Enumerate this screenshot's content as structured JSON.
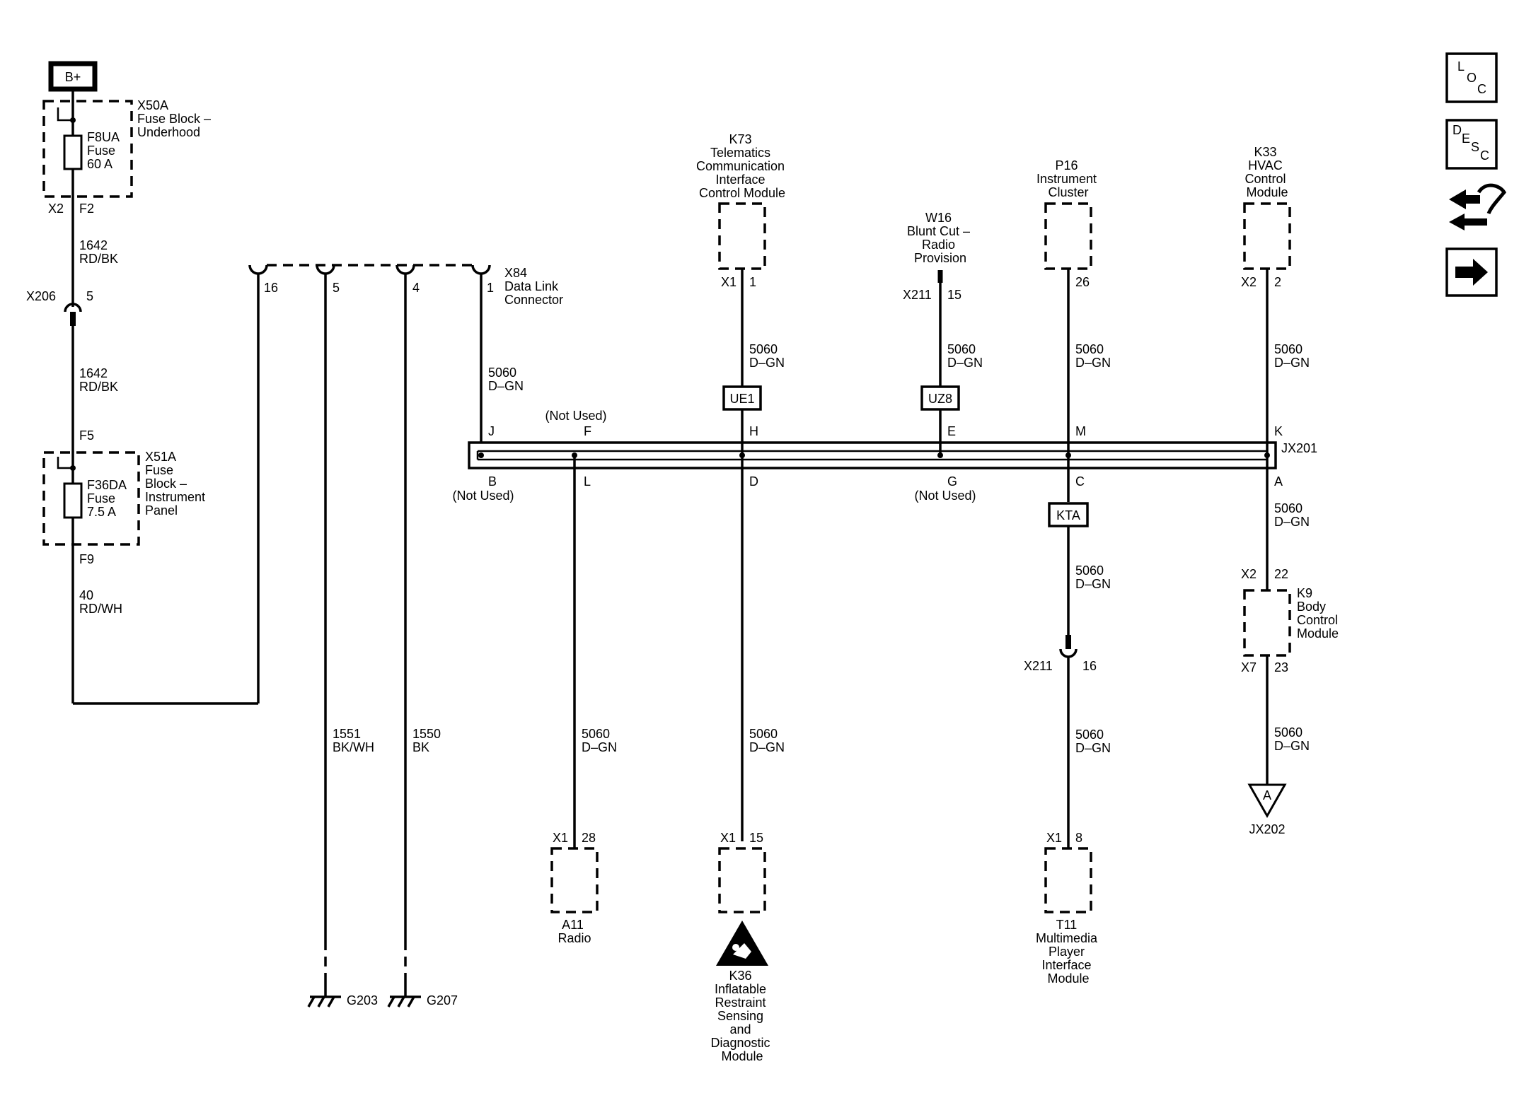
{
  "battery": {
    "label": "B+"
  },
  "fuse_x50a": {
    "lines": [
      "X50A",
      "Fuse Block –",
      "Underhood"
    ],
    "fuse_lines": [
      "F8UA",
      "Fuse",
      "60 A"
    ],
    "conn": "X2",
    "pin_out": "F2"
  },
  "wire_1642_a": {
    "lines": [
      "1642",
      "RD/BK"
    ]
  },
  "x206": {
    "conn": "X206",
    "pin": "5"
  },
  "wire_1642_b": {
    "lines": [
      "1642",
      "RD/BK"
    ]
  },
  "fuse_x51a": {
    "pin_in": "F5",
    "lines": [
      "X51A",
      "Fuse",
      "Block –",
      "Instrument",
      "Panel"
    ],
    "fuse_lines": [
      "F36DA",
      "Fuse",
      "7.5 A"
    ],
    "pin_out": "F9"
  },
  "wire_40": {
    "lines": [
      "40",
      "RD/WH"
    ]
  },
  "dlc": {
    "lines": [
      "X84",
      "Data Link",
      "Connector"
    ],
    "pins": [
      "16",
      "5",
      "4",
      "1"
    ]
  },
  "wire_1551": {
    "lines": [
      "1551",
      "BK/WH"
    ]
  },
  "wire_1550": {
    "lines": [
      "1550",
      "BK"
    ]
  },
  "grounds": [
    "G203",
    "G207"
  ],
  "wire_dlc_can": {
    "lines": [
      "5060",
      "D–GN"
    ]
  },
  "k73": {
    "lines": [
      "K73",
      "Telematics",
      "Communication",
      "Interface",
      "Control Module"
    ],
    "conn": "X1",
    "pin": "1",
    "wire": [
      "5060",
      "D–GN"
    ],
    "option": "UE1"
  },
  "w16": {
    "lines": [
      "W16",
      "Blunt Cut –",
      "Radio",
      "Provision"
    ],
    "conn": "X211",
    "pin": "15",
    "wire": [
      "5060",
      "D–GN"
    ],
    "option": "UZ8"
  },
  "p16": {
    "lines": [
      "P16",
      "Instrument",
      "Cluster"
    ],
    "pin": "26",
    "wire": [
      "5060",
      "D–GN"
    ]
  },
  "k33": {
    "lines": [
      "K33",
      "HVAC",
      "Control",
      "Module"
    ],
    "conn": "X2",
    "pin": "2",
    "wire": [
      "5060",
      "D–GN"
    ]
  },
  "splice": {
    "name": "JX201",
    "top_pins": [
      "J",
      "F",
      "H",
      "E",
      "M",
      "K"
    ],
    "bottom_pins": [
      "B",
      "L",
      "D",
      "G",
      "C",
      "A"
    ],
    "not_used": "(Not Used)"
  },
  "a11": {
    "wire": [
      "5060",
      "D–GN"
    ],
    "conn": "X1",
    "pin": "28",
    "lines": [
      "A11",
      "Radio"
    ]
  },
  "k36": {
    "wire": [
      "5060",
      "D–GN"
    ],
    "conn": "X1",
    "pin": "15",
    "lines": [
      "K36",
      "Inflatable",
      "Restraint",
      "Sensing",
      "and",
      "Diagnostic",
      "Module"
    ]
  },
  "t11": {
    "wire_upper": [
      "5060",
      "D–GN"
    ],
    "option": "KTA",
    "x211_conn": "X211",
    "x211_pin": "16",
    "wire_lower": [
      "5060",
      "D–GN"
    ],
    "conn": "X1",
    "pin": "8",
    "lines": [
      "T11",
      "Multimedia",
      "Player",
      "Interface",
      "Module"
    ]
  },
  "k9": {
    "wire_upper": [
      "5060",
      "D–GN"
    ],
    "conn_top": "X2",
    "pin_top": "22",
    "lines": [
      "K9",
      "Body",
      "Control",
      "Module"
    ],
    "conn_bottom": "X7",
    "pin_bottom": "23",
    "wire_lower": [
      "5060",
      "D–GN"
    ],
    "offpage": "A",
    "offpage_label": "JX202"
  },
  "side_buttons": {
    "loc": [
      "L",
      "O",
      "C"
    ],
    "desc": [
      "D",
      "E",
      "S",
      "C"
    ],
    "icons": [
      "connector-end-view-icon",
      "next-page-arrow-icon"
    ]
  }
}
